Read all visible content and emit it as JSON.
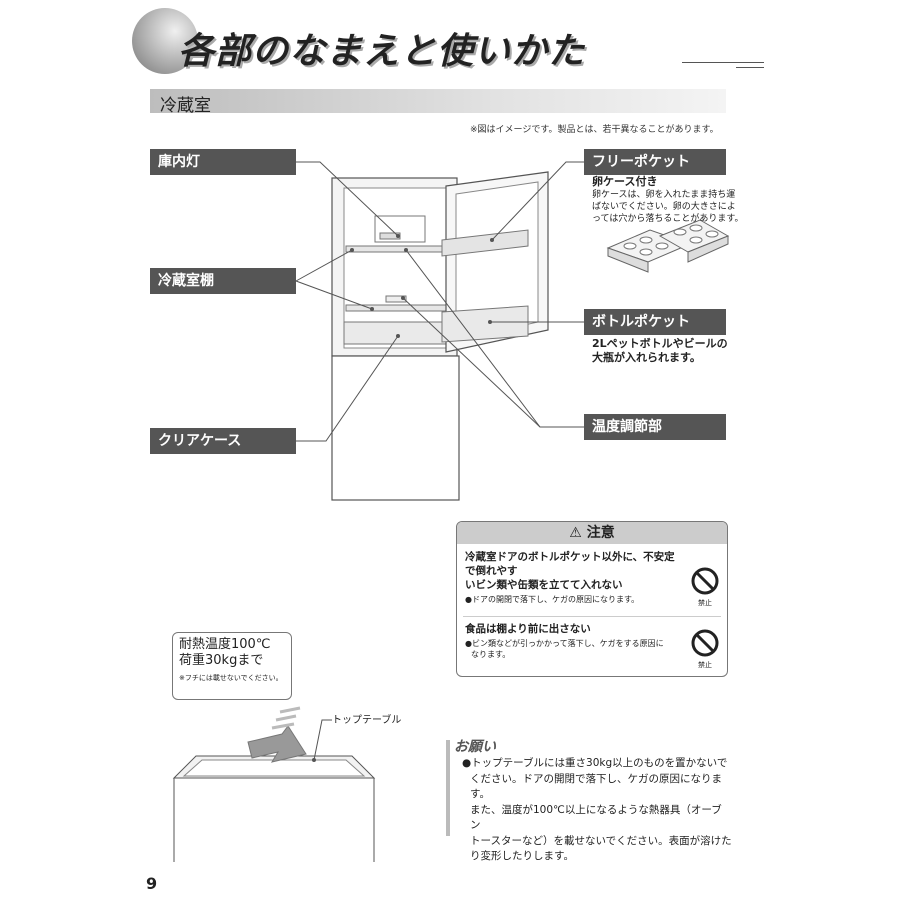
{
  "page": {
    "title": "各部のなまえと使いかた",
    "section": "冷蔵室",
    "image_note": "※図はイメージです。製品とは、若干異なることがあります。",
    "page_number": "9"
  },
  "parts": {
    "lamp": "庫内灯",
    "shelf": "冷蔵室棚",
    "clear_case": "クリアケース",
    "free_pocket": "フリーポケット",
    "free_pocket_sub": "卵ケース付き",
    "free_pocket_desc1": "卵ケースは、卵を入れたまま持ち運",
    "free_pocket_desc2": "ばないでください。卵の大きさによ",
    "free_pocket_desc3": "っては穴から落ちることがあります。",
    "bottle_pocket": "ボトルポケット",
    "bottle_pocket_desc1": "2Lペットボトルやビールの",
    "bottle_pocket_desc2": "大瓶が入れられます。",
    "temp_control": "温度調節部"
  },
  "caution": {
    "heading": "注意",
    "item1_title1": "冷蔵室ドアのボトルポケット以外に、不安定で倒れやす",
    "item1_title2": "いビン類や缶類を立てて入れない",
    "item1_text": "●ドアの開閉で落下し、ケガの原因になります。",
    "item2_title": "食品は棚より前に出さない",
    "item2_text1": "●ビン類などが引っかかって落下し、ケガをする原因に",
    "item2_text2": "なります。",
    "prohibit_label": "禁止"
  },
  "top_table": {
    "heat_line1": "耐熱温度100℃",
    "heat_line2": "荷重30kgまで",
    "heat_note": "※フチには載せないでください。",
    "label": "トップテーブル"
  },
  "request": {
    "title": "お願い",
    "line1": "●トップテーブルには重さ30kg以上のものを置かないで",
    "line2": "ください。ドアの開閉で落下し、ケガの原因になります。",
    "line3": "また、温度が100℃以上になるような熱器具（オーブン",
    "line4": "トースターなど）を載せないでください。表面が溶けた",
    "line5": "り変形したりします。"
  }
}
